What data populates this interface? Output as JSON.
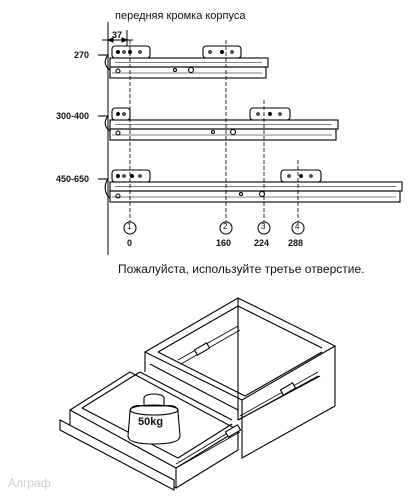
{
  "diagram": {
    "front_edge_caption": "передняя кромка корпуса",
    "offset_label": "37",
    "rows": [
      {
        "label": "270"
      },
      {
        "label": "300-400"
      },
      {
        "label": "450-650"
      }
    ],
    "holes": [
      {
        "number": "1",
        "position": "0"
      },
      {
        "number": "2",
        "position": "160"
      },
      {
        "number": "3",
        "position": "224"
      },
      {
        "number": "4",
        "position": "288"
      }
    ]
  },
  "instruction": "Пожалуйста, используйте третье отверстие.",
  "load_label": "50kg",
  "watermark": "Алграф"
}
